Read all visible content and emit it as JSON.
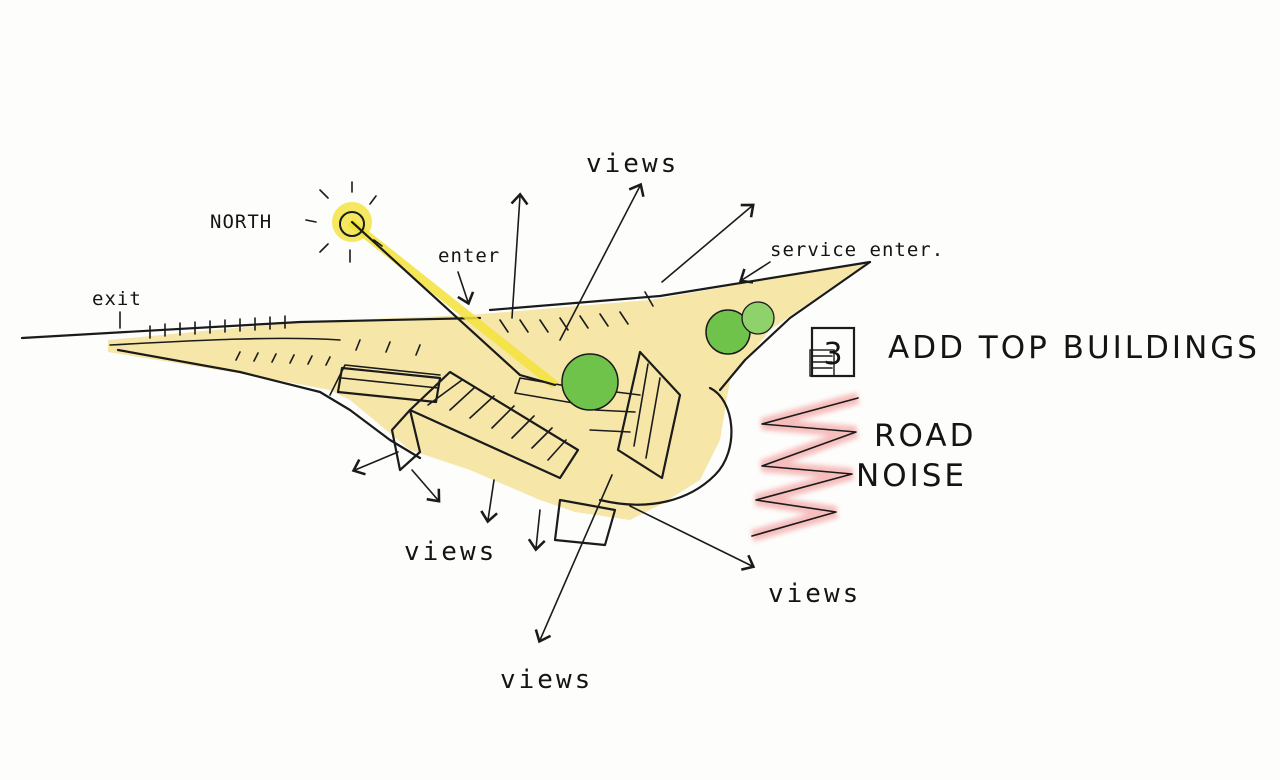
{
  "labels": {
    "north": "NORTH",
    "enter": "enter",
    "exit": "exit",
    "service_enter": "service enter.",
    "views": "views",
    "road_noise_line1": "ROAD",
    "road_noise_line2": "NOISE",
    "step_number": "3",
    "add_top_buildings": "ADD TOP BUILDINGS"
  },
  "colors": {
    "site_fill": "#f6e6a8",
    "tree_green": "#6fc24a",
    "sun_yellow": "#f3e23a",
    "noise_red": "#f08a8a",
    "ink": "#1b1b1b"
  },
  "icons": {
    "sun": "sun-icon",
    "tree": "tree-icon",
    "arrow": "arrow-icon",
    "noise_wave": "zigzag-noise-icon",
    "step_box": "numbered-box-icon"
  }
}
